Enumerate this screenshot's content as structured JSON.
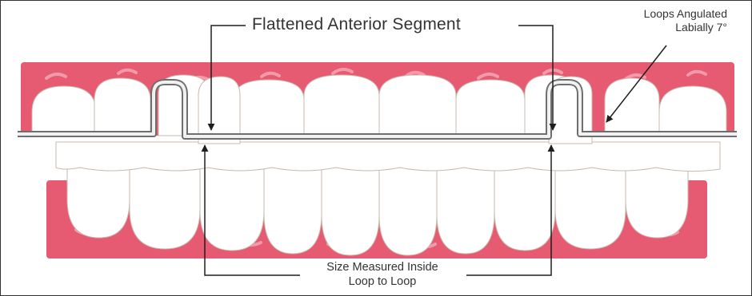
{
  "labels": {
    "title": "Flattened Anterior Segment",
    "loops_line1": "Loops Angulated",
    "loops_line2": "Labially 7°",
    "size_line1": "Size Measured Inside",
    "size_line2": "Loop to Loop"
  },
  "colors": {
    "gum": "#e65a72",
    "gum_highlight": "#f29aaa",
    "tooth": "#ffffff",
    "tooth_outline": "#c9b9ad",
    "wire_outline": "#6e6e6e",
    "wire_fill": "#f1f1f1",
    "leader": "#1e1e1e",
    "text": "#333333"
  },
  "icons": {
    "arrow_head": "arrow-head-icon"
  }
}
